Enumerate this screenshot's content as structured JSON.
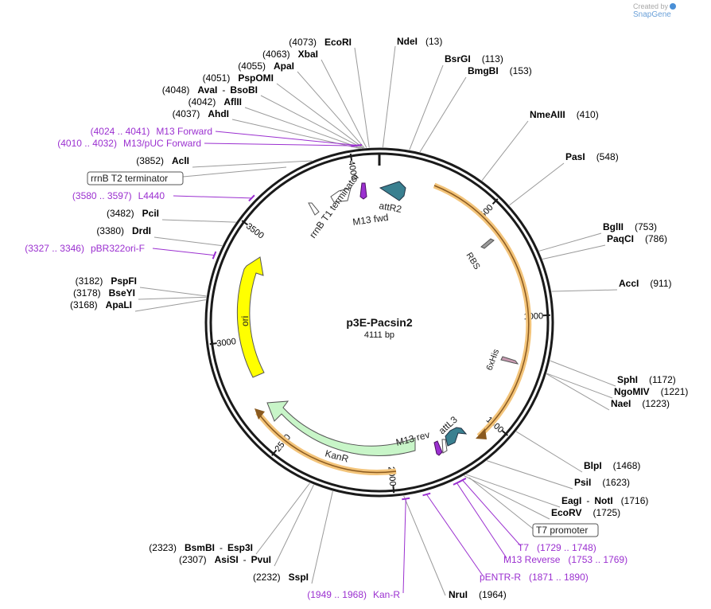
{
  "credit": {
    "prefix": "Created by",
    "brand": "SnapGene"
  },
  "plasmid": {
    "name": "p3E-Pacsin2",
    "length_label": "4111 bp",
    "length_bp": 4111
  },
  "colors": {
    "backbone": "#1a1a1a",
    "enzyme_line": "#9a9a9a",
    "primer": "#9b30d0",
    "ori": "#ffff00",
    "kanr": "#c8f5c8",
    "att": "#3a8090",
    "orf": "#f3c47a",
    "his": "#c79ab0",
    "rbs": "#9a9a9a"
  },
  "ticks": [
    {
      "bp": 500,
      "label": "500"
    },
    {
      "bp": 1000,
      "label": "1000"
    },
    {
      "bp": 1500,
      "label": "1500"
    },
    {
      "bp": 2000,
      "label": "2000"
    },
    {
      "bp": 2500,
      "label": "2500"
    },
    {
      "bp": 3000,
      "label": "3000"
    },
    {
      "bp": 3500,
      "label": "3500"
    },
    {
      "bp": 4000,
      "label": "4000"
    }
  ],
  "enzymes_right": [
    {
      "name": "NdeI",
      "pos": "(13)",
      "bp": 13
    },
    {
      "name": "BsrGI",
      "pos": "(113)",
      "bp": 113
    },
    {
      "name": "BmgBI",
      "pos": "(153)",
      "bp": 153
    },
    {
      "name": "NmeAIII",
      "pos": "(410)",
      "bp": 410
    },
    {
      "name": "PasI",
      "pos": "(548)",
      "bp": 548
    },
    {
      "name": "BglII",
      "pos": "(753)",
      "bp": 753
    },
    {
      "name": "PaqCI",
      "pos": "(786)",
      "bp": 786
    },
    {
      "name": "AccI",
      "pos": "(911)",
      "bp": 911
    },
    {
      "name": "SphI",
      "pos": "(1172)",
      "bp": 1172
    },
    {
      "name": "NgoMIV",
      "pos": "(1221)",
      "bp": 1221
    },
    {
      "name": "NaeI",
      "pos": "(1223)",
      "bp": 1223
    },
    {
      "name": "BlpI",
      "pos": "(1468)",
      "bp": 1468
    },
    {
      "name": "PsiI",
      "pos": "(1623)",
      "bp": 1623
    },
    {
      "name": "EagI",
      "name2": "NotI",
      "pos": "(1716)",
      "bp": 1716
    },
    {
      "name": "EcoRV",
      "pos": "(1725)",
      "bp": 1725
    },
    {
      "name": "NruI",
      "pos": "(1964)",
      "bp": 1964
    }
  ],
  "enzymes_left": [
    {
      "name": "EcoRI",
      "pos": "(4073)",
      "bp": 4073
    },
    {
      "name": "XbaI",
      "pos": "(4063)",
      "bp": 4063
    },
    {
      "name": "ApaI",
      "pos": "(4055)",
      "bp": 4055
    },
    {
      "name": "PspOMI",
      "pos": "(4051)",
      "bp": 4051
    },
    {
      "name": "AvaI",
      "name2": "BsoBI",
      "pos": "(4048)",
      "bp": 4048
    },
    {
      "name": "AflII",
      "pos": "(4042)",
      "bp": 4042
    },
    {
      "name": "AhdI",
      "pos": "(4037)",
      "bp": 4037
    },
    {
      "name": "AclI",
      "pos": "(3852)",
      "bp": 3852
    },
    {
      "name": "PciI",
      "pos": "(3482)",
      "bp": 3482
    },
    {
      "name": "DrdI",
      "pos": "(3380)",
      "bp": 3380
    },
    {
      "name": "PspFI",
      "pos": "(3182)",
      "bp": 3182
    },
    {
      "name": "BseYI",
      "pos": "(3178)",
      "bp": 3178
    },
    {
      "name": "ApaLI",
      "pos": "(3168)",
      "bp": 3168
    },
    {
      "name": "BsmBI",
      "name2": "Esp3I",
      "pos": "(2323)",
      "bp": 2323
    },
    {
      "name": "AsiSI",
      "name2": "PvuI",
      "pos": "(2307)",
      "bp": 2307
    },
    {
      "name": "SspI",
      "pos": "(2232)",
      "bp": 2232
    }
  ],
  "primers": [
    {
      "name": "M13 Forward",
      "range": "(4024 .. 4041)",
      "bp": 4032
    },
    {
      "name": "M13/pUC Forward",
      "range": "(4010 .. 4032)",
      "bp": 4021
    },
    {
      "name": "L4440",
      "range": "(3580 .. 3597)",
      "bp": 3588
    },
    {
      "name": "pBR322ori-F",
      "range": "(3327 .. 3346)",
      "bp": 3336
    },
    {
      "name": "T7",
      "range": "(1729 .. 1748)",
      "bp": 1738
    },
    {
      "name": "M13 Reverse",
      "range": "(1753 .. 1769)",
      "bp": 1761
    },
    {
      "name": "pENTR-R",
      "range": "(1871 .. 1890)",
      "bp": 1880
    },
    {
      "name": "Kan-R",
      "range": "(1949 .. 1968)",
      "bp": 1958
    }
  ],
  "features": {
    "rrnB_T2": "rrnB T2 terminator",
    "rrnB_T1": "rrnB T1 terminator",
    "T7_promoter": "T7 promoter",
    "attR2": "attR2",
    "M13_fwd": "M13 fwd",
    "RBS": "RBS",
    "his": "6xHis",
    "attL3": "attL3",
    "M13_rev": "M13 rev",
    "KanR": "KanR",
    "ori": "ori"
  }
}
